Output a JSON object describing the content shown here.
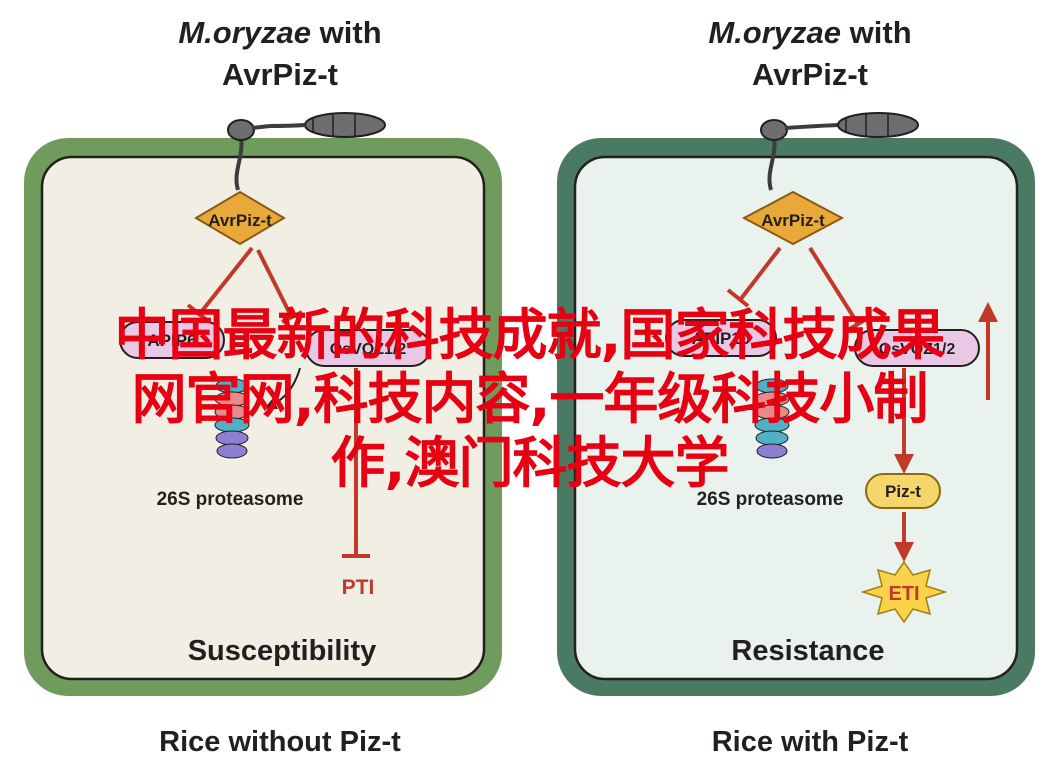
{
  "left_panel": {
    "title_species": "M.oryzae",
    "title_with": "with",
    "title_effector": "AvrPiz-t",
    "effector_label": "AvrPiz-t",
    "target1_label": "APIP6",
    "target2_label": "OsVOZ1/2",
    "proteasome_label": "26S proteasome",
    "output_label": "PTI",
    "outcome_label": "Susceptibility",
    "caption": "Rice without Piz-t",
    "border_color": "#6f9b5c",
    "fill_color": "#f1efe3"
  },
  "right_panel": {
    "title_species": "M.oryzae",
    "title_with": "with",
    "title_effector": "AvrPiz-t",
    "effector_label": "AvrPiz-t",
    "target1_label": "APIP10",
    "target2_label": "OsVOZ1/2",
    "proteasome_label": "26S proteasome",
    "receptor_label": "Piz-t",
    "output_label": "ETI",
    "outcome_label": "Resistance",
    "caption": "Rice with Piz-t",
    "border_color": "#4a7a61",
    "fill_color": "#e9f2ed"
  },
  "overlay": {
    "line1": "中国最新的科技成就,国家科技成果",
    "line2": "网官网,科技内容,一年级科技小制",
    "line3": "作,澳门科技大学",
    "color": "#e60012"
  },
  "colors": {
    "effector_fill": "#e8a93a",
    "inhibit_arrow": "#c0392b",
    "target_fill": "#e9c8e6",
    "piz_fill": "#f5d66b",
    "eti_fill": "#f9d24a"
  }
}
